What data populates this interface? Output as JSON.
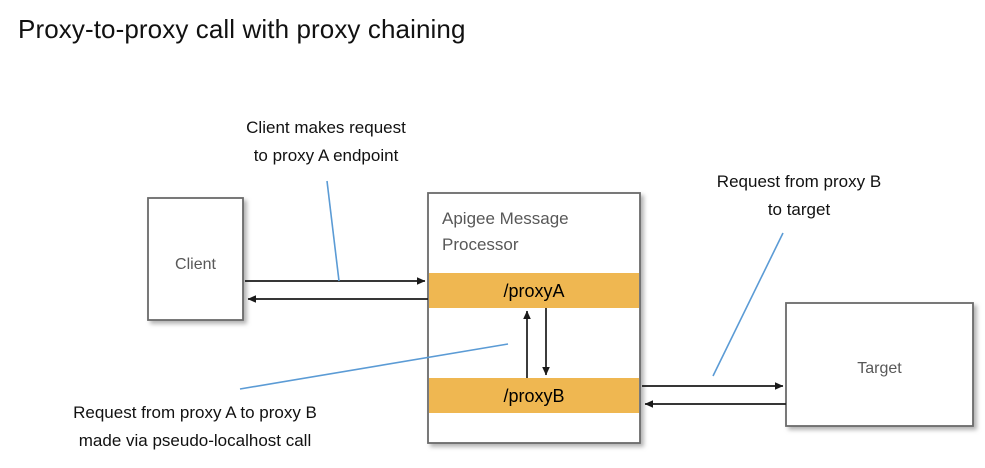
{
  "title": "Proxy-to-proxy call with proxy chaining",
  "colors": {
    "band_orange": "#efb751",
    "box_border": "#6b6b6b",
    "box_fill": "#ffffff",
    "label_gray": "#585858",
    "arrow_black": "#1a1a1a",
    "leader_blue": "#5b9bd5",
    "text_black": "#111111",
    "page_background": "#ffffff"
  },
  "nodes": {
    "client": {
      "label": "Client"
    },
    "message_processor": {
      "label_line1": "Apigee Message",
      "label_line2": "Processor",
      "bands": [
        {
          "label": "/proxyA"
        },
        {
          "label": "/proxyB"
        }
      ]
    },
    "target": {
      "label": "Target"
    }
  },
  "annotations": [
    {
      "id": "client-request",
      "line1": "Client makes request",
      "line2": "to proxy A endpoint"
    },
    {
      "id": "proxyb-to-target",
      "line1": "Request from proxy B",
      "line2": "to target"
    },
    {
      "id": "proxya-to-proxyb",
      "line1": "Request from proxy A to proxy B",
      "line2": "made via pseudo-localhost call"
    }
  ],
  "flows": [
    {
      "id": "client-to-proxya",
      "direction": "right"
    },
    {
      "id": "proxya-to-client",
      "direction": "left"
    },
    {
      "id": "proxya-to-proxyb-down",
      "direction": "down"
    },
    {
      "id": "proxyb-to-proxya-up",
      "direction": "up"
    },
    {
      "id": "proxyb-to-target",
      "direction": "right"
    },
    {
      "id": "target-to-proxyb",
      "direction": "left"
    }
  ]
}
